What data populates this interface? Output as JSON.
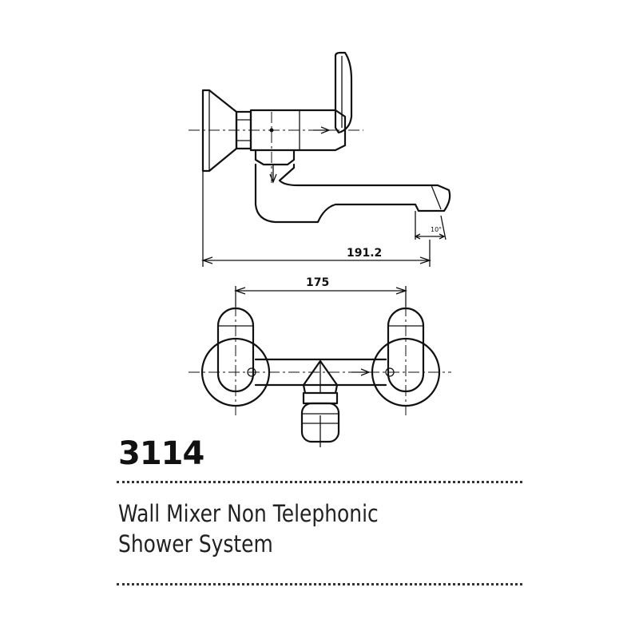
{
  "product": {
    "code": "3114",
    "description_line1": "Wall Mixer Non Telephonic",
    "description_line2": "Shower System"
  },
  "dimensions": {
    "overall_depth": "191.2",
    "center_distance": "175",
    "spout_angle": "10°"
  }
}
